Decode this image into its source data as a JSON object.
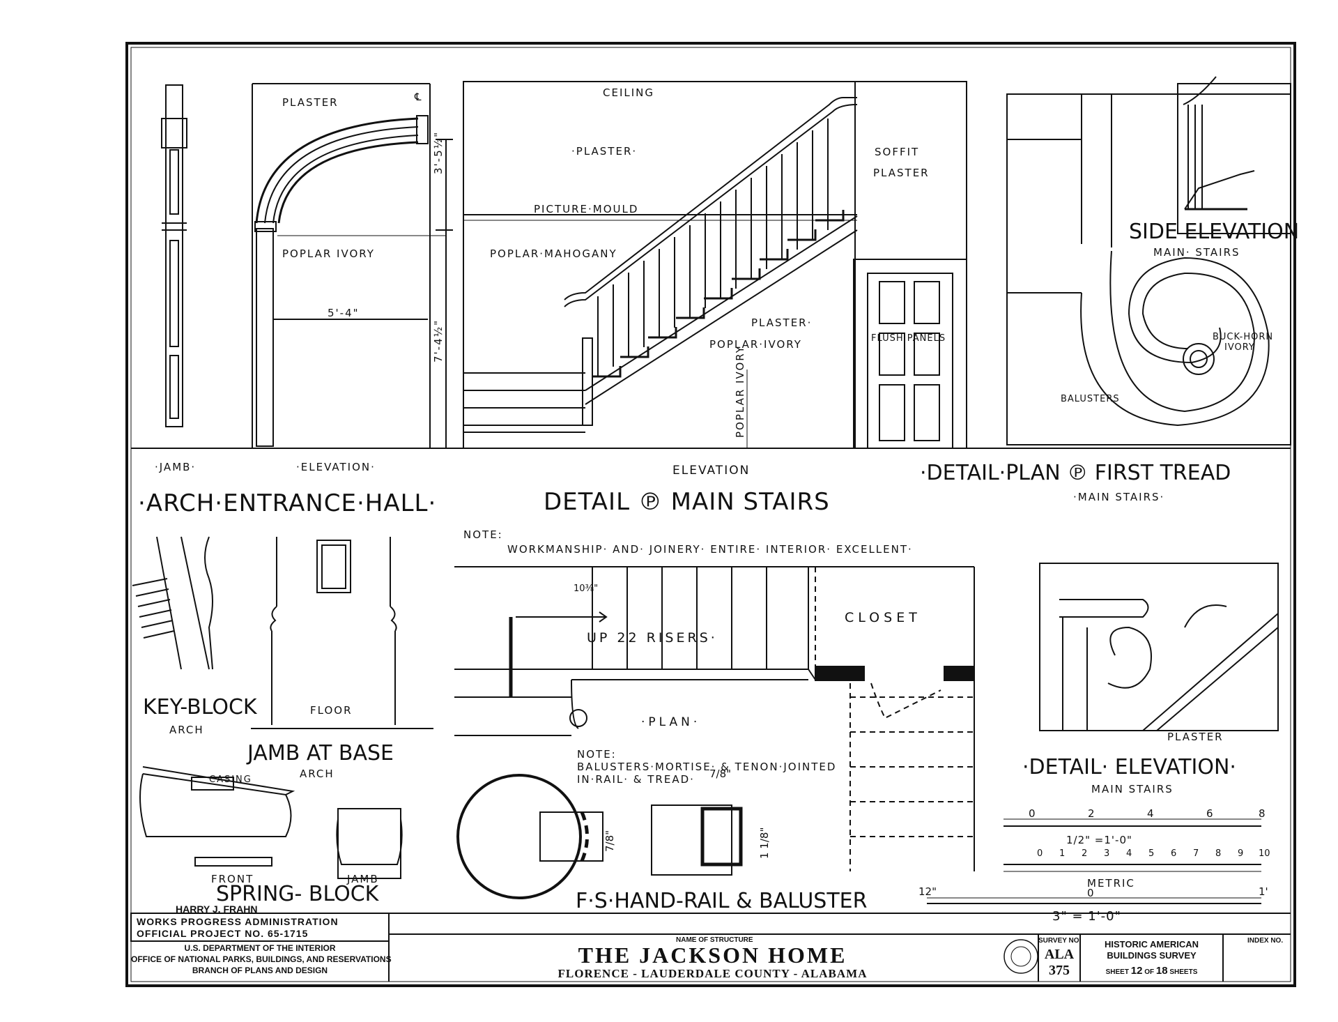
{
  "arch_hall": {
    "jamb_label": "·JAMB·",
    "elevation_label": "·ELEVATION·",
    "title": "·ARCH·ENTRANCE·HALL·",
    "plaster": "PLASTER",
    "poplar_ivory": "POPLAR IVORY",
    "width_dim": "5'-4\"",
    "upper_dim": "3'-5½\"",
    "lower_dim": "7'-4½\"",
    "centerline": "℄"
  },
  "main_stairs": {
    "ceiling": "CEILING",
    "plaster_top": "·PLASTER·",
    "picture_mould": "PICTURE·MOULD",
    "poplar_mahogany": "POPLAR·MAHOGANY",
    "plaster_mid": "PLASTER·",
    "poplar_ivory": "POPLAR·IVORY",
    "poplar_ivory_vertical": "POPLAR IVORY",
    "soffit": "SOFFIT",
    "soffit_plaster": "PLASTER",
    "flush_panels": "FLUSH PANELS",
    "elevation_label": "ELEVATION",
    "title": "DETAIL ℗ MAIN STAIRS"
  },
  "first_tread": {
    "side_elevation": "SIDE ELEVATION",
    "side_main_stairs": "MAIN· STAIRS",
    "buck_horn": "BUCK-HORN",
    "ivory": "IVORY",
    "balusters": "BALUSTERS",
    "title": "·DETAIL·PLAN ℗ FIRST TREAD",
    "main_stairs": "·MAIN STAIRS·"
  },
  "lower": {
    "note_label": "NOTE:",
    "note_text": "WORKMANSHIP· AND· JOINERY· ENTIRE· INTERIOR· EXCELLENT·",
    "key_block": "KEY-BLOCK",
    "key_block_sub": "ARCH",
    "floor": "FLOOR",
    "jamb_at_base": "JAMB AT BASE",
    "jamb_at_base_sub": "ARCH",
    "casing": "CASING",
    "front": "FRONT",
    "jamb": "JAMB",
    "spring_block": "SPRING- BLOCK",
    "drafter": "HARRY J. FRAHN",
    "up_risers": "UP  22  RISERS·",
    "riser_dim": "10⅜\"",
    "closet": "CLOSET",
    "plan": "·PLAN·",
    "note2_label": "NOTE:",
    "note2_line1": "BALUSTERS·MORTISE· & TENON·JOINTED",
    "note2_line2": "IN·RAIL· & TREAD·",
    "dim_78_top": "7/8\"",
    "dim_78_side": "7/8\"",
    "dim_118": "1 1/8\"",
    "handrail": "F·S·HAND-RAIL & BALUSTER",
    "plaster": "PLASTER",
    "detail_elevation": "·DETAIL· ELEVATION·",
    "detail_main_stairs": "MAIN STAIRS"
  },
  "scales": {
    "scale1_ticks": [
      "0",
      "2",
      "4",
      "6",
      "8"
    ],
    "scale1_label": "1/2\" =1'-0\"",
    "scale2_ticks": [
      "0",
      "1",
      "2",
      "3",
      "4",
      "5",
      "6",
      "7",
      "8",
      "9",
      "10"
    ],
    "metric": "METRIC",
    "scale3_left": "12\"",
    "scale3_zero": "0",
    "scale3_right": "1'",
    "scale3_label": "3\" = 1'-0\""
  },
  "title_block": {
    "wpa_line1": "WORKS  PROGRESS  ADMINISTRATION",
    "wpa_line2": "OFFICIAL  PROJECT  NO. 65-1715",
    "dept_line1": "U.S. DEPARTMENT OF THE INTERIOR",
    "dept_line2": "OFFICE OF NATIONAL PARKS, BUILDINGS, AND RESERVATIONS",
    "dept_line3": "BRANCH OF PLANS AND DESIGN",
    "name_label": "NAME OF STRUCTURE",
    "structure_name": "THE  JACKSON  HOME",
    "location": "FLORENCE - LAUDERDALE COUNTY - ALABAMA",
    "survey_label": "SURVEY NO.",
    "survey_state": "ALA",
    "survey_number": "375",
    "habs_line1": "HISTORIC AMERICAN",
    "habs_line2": "BUILDINGS SURVEY",
    "sheet_word": "SHEET",
    "sheet_number": "12",
    "of_word": "OF",
    "sheet_total": "18",
    "sheets_word": "SHEETS",
    "index_label": "INDEX NO."
  }
}
